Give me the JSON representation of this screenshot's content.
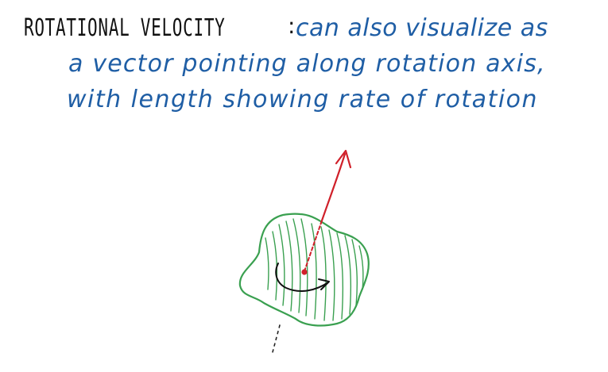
{
  "note": {
    "term": "Rotational velocity",
    "separator": ":",
    "description_lines": [
      "can also visualize as",
      "a vector pointing along rotation axis,",
      "with length showing rate of rotation"
    ]
  },
  "colors": {
    "heading": "#111111",
    "text": "#1f5ea5",
    "vector": "#d0202a",
    "body": "#3aa050",
    "rotation_arrow": "#111111"
  }
}
